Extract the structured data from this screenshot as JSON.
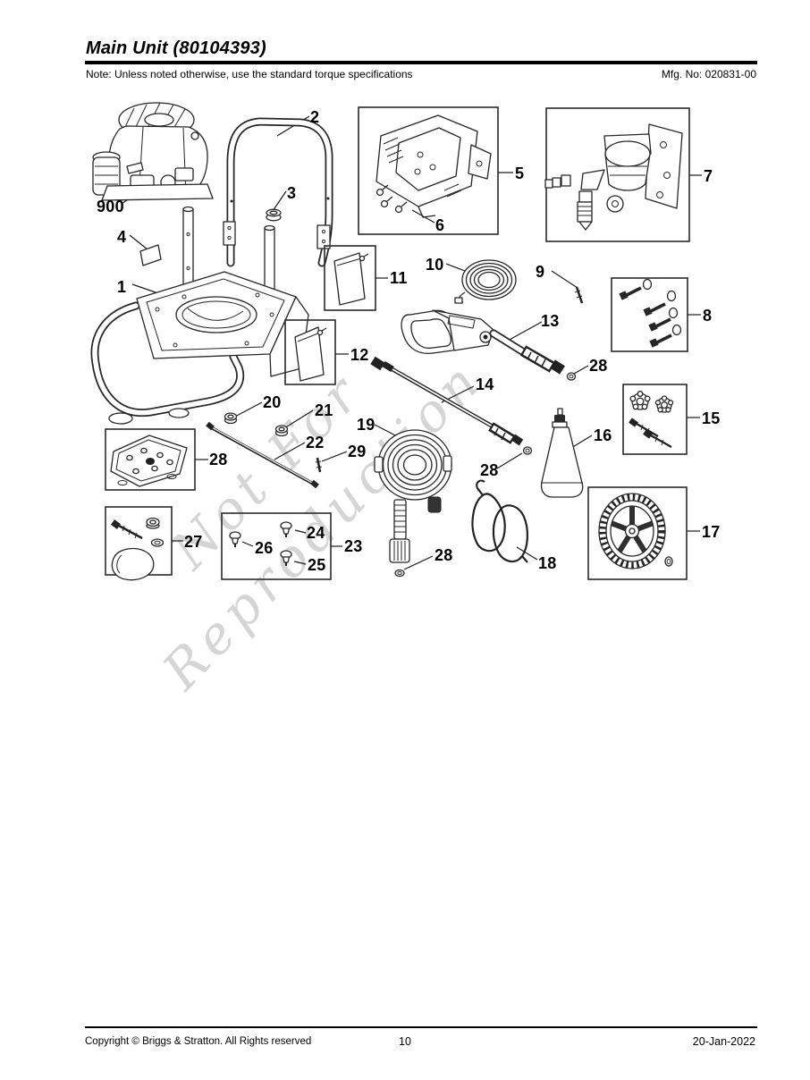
{
  "header": {
    "title": "Main Unit (80104393)",
    "note": "Note: Unless noted otherwise, use the standard torque specifications",
    "mfg": "Mfg. No: 020831-00"
  },
  "watermark": {
    "line1": "Not For",
    "line2": "Reproduction"
  },
  "footer": {
    "copyright": "Copyright ©  Briggs & Stratton. All Rights reserved",
    "page": "10",
    "date": "20-Jan-2022"
  },
  "callouts": [
    {
      "text": "900"
    },
    {
      "text": "2"
    },
    {
      "text": "3"
    },
    {
      "text": "4"
    },
    {
      "text": "1"
    },
    {
      "text": "5"
    },
    {
      "text": "6"
    },
    {
      "text": "7"
    },
    {
      "text": "8"
    },
    {
      "text": "9"
    },
    {
      "text": "10"
    },
    {
      "text": "11"
    },
    {
      "text": "12"
    },
    {
      "text": "13"
    },
    {
      "text": "28"
    },
    {
      "text": "14"
    },
    {
      "text": "20"
    },
    {
      "text": "21"
    },
    {
      "text": "22"
    },
    {
      "text": "29"
    },
    {
      "text": "19"
    },
    {
      "text": "28"
    },
    {
      "text": "16"
    },
    {
      "text": "15"
    },
    {
      "text": "28"
    },
    {
      "text": "27"
    },
    {
      "text": "24"
    },
    {
      "text": "26"
    },
    {
      "text": "25"
    },
    {
      "text": "23"
    },
    {
      "text": "17"
    },
    {
      "text": "18"
    },
    {
      "text": "28"
    }
  ]
}
